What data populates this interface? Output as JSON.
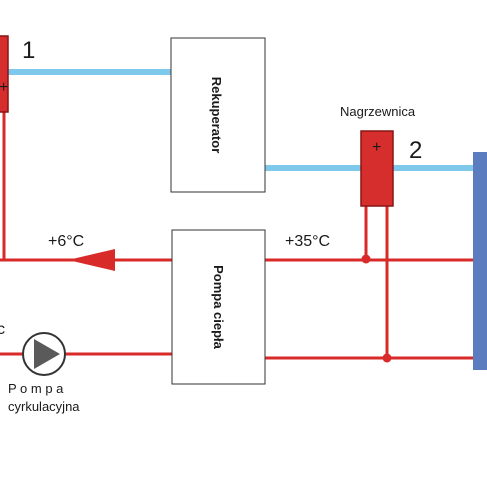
{
  "diagram": {
    "labels": {
      "heater_1_number": "1",
      "heater_2_number": "2",
      "heater_2_name": "Nagrzewnica",
      "heater_2_sign": "+",
      "heater_1_sign": "+",
      "recuperator": "Rekuperator",
      "heat_pump": "Pompa ciepła",
      "temp_return": "+6°C",
      "temp_supply": "+35°C",
      "pump_name_line1": "P o m p a",
      "pump_name_line2": "cyrkulacyjna",
      "edge_fragment": "c"
    },
    "colors": {
      "air_duct": "#7ec8ec",
      "water_pipe": "#d92a2a",
      "heater_fill": "#d62d2d",
      "heater_border": "#8a1414",
      "radiator": "#5b7dbf",
      "pump_fill": "#5a5a5a",
      "box_border": "#333333"
    }
  }
}
